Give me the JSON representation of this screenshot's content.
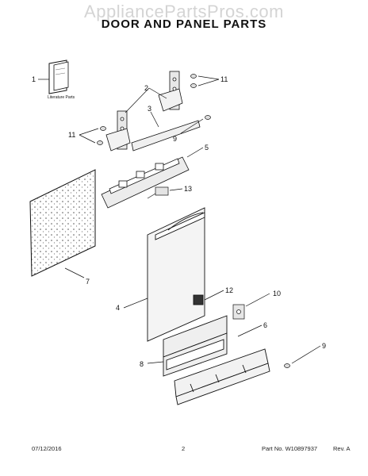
{
  "header": {
    "watermark": "AppliancePartsPros.com",
    "title": "DOOR AND PANEL PARTS"
  },
  "literature": {
    "label": "Literature Parts"
  },
  "callouts": [
    "1",
    "2",
    "3",
    "11",
    "11",
    "9",
    "5",
    "13",
    "7",
    "4",
    "12",
    "10",
    "6",
    "8",
    "9"
  ],
  "footer": {
    "date": "07/12/2016",
    "page": "2",
    "part_no": "Part No. W10897937",
    "rev": "Rev. A"
  }
}
